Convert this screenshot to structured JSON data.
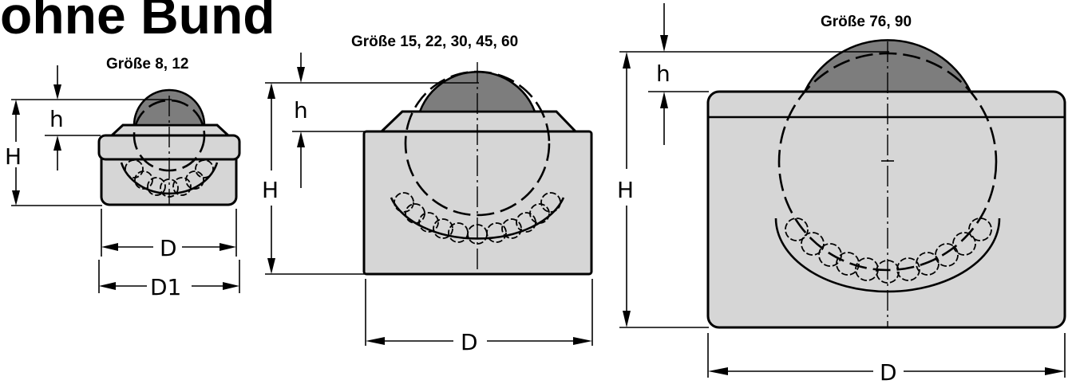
{
  "title": "ohne Bund",
  "variants": [
    {
      "caption": "Größe 8, 12",
      "labels": {
        "h": "h",
        "H": "H",
        "D": "D",
        "D1": "D1"
      }
    },
    {
      "caption": "Größe 15, 22, 30, 45, 60",
      "labels": {
        "h": "h",
        "H": "H",
        "D": "D"
      }
    },
    {
      "caption": "Größe 76, 90",
      "labels": {
        "h": "h",
        "H": "H",
        "D": "D"
      }
    }
  ],
  "colors": {
    "housing": "#d6d6d6",
    "ball": "#7d7d7d",
    "line": "#000000"
  }
}
